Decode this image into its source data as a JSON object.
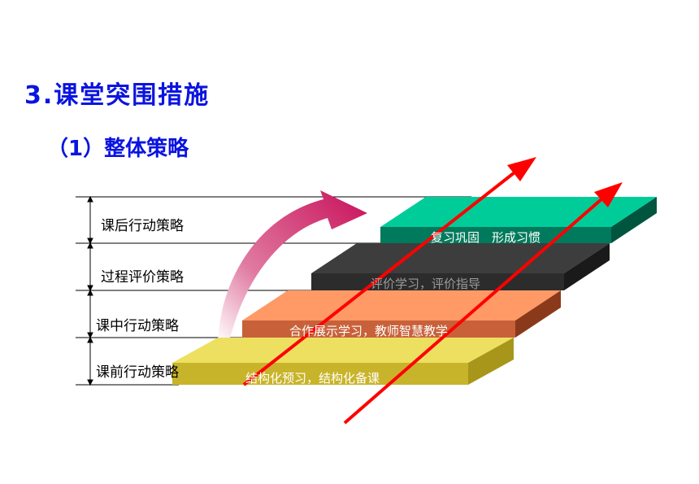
{
  "slide": {
    "title": "3.课堂突围措施",
    "subtitle": "（1）整体策略"
  },
  "levels": [
    {
      "label": "课后行动策略",
      "step_text": "复习巩固　形成习惯",
      "top_color": "#00cc99",
      "front_color": "#007a5c",
      "text_color": "#ffffff"
    },
    {
      "label": "过程评价策略",
      "step_text": "评价学习，评价指导",
      "top_color": "#3d3d3d",
      "front_color": "#2a2a2a",
      "text_color": "#9a9a9a"
    },
    {
      "label": "课中行动策略",
      "step_text": "合作展示学习，教师智慧教学",
      "top_color": "#ff9966",
      "front_color": "#c8613a",
      "text_color": "#ffffff"
    },
    {
      "label": "课前行动策略",
      "step_text": "结构化预习，结构化备课",
      "top_color": "#ede060",
      "front_color": "#bba820",
      "text_color": "#ffffff"
    }
  ],
  "colors": {
    "heading": "#0a14e0",
    "curved_arrow": "#c8105a",
    "straight_arrows": "#ff0000"
  }
}
